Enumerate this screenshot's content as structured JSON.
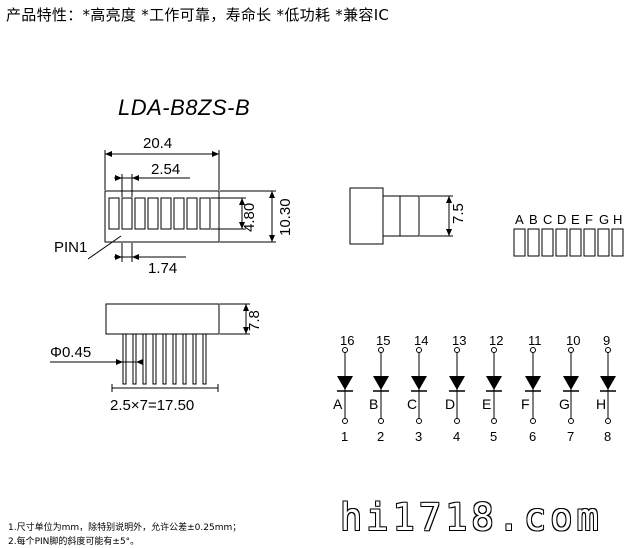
{
  "header": {
    "features": "产品特性：*高亮度 *工作可靠，寿命长 *低功耗 *兼容IC"
  },
  "drawing": {
    "model": "LDA-B8ZS-B",
    "top_view": {
      "width_label": "20.4",
      "pitch_label": "2.54",
      "segment_height_label": "4.80",
      "body_height_label": "10.30",
      "offset_label": "1.74",
      "pin1_label": "PIN1"
    },
    "side_view": {
      "depth_label": "7.5"
    },
    "front_view": {
      "height_label": "7.8",
      "pin_diameter_label": "Φ0.45",
      "pin_span_label": "2.5×7=17.50"
    },
    "segment_letters": [
      "A",
      "B",
      "C",
      "D",
      "E",
      "F",
      "G",
      "H"
    ]
  },
  "circuit": {
    "anode_pins": [
      "16",
      "15",
      "14",
      "13",
      "12",
      "11",
      "10",
      "9"
    ],
    "segment_names": [
      "A",
      "B",
      "C",
      "D",
      "E",
      "F",
      "G",
      "H"
    ],
    "cathode_pins": [
      "1",
      "2",
      "3",
      "4",
      "5",
      "6",
      "7",
      "8"
    ]
  },
  "notes": {
    "line1": "1.尺寸单位为mm，除特别说明外，允许公差±0.25mm；",
    "line2": "2.每个PIN脚的斜度可能有±5°。"
  },
  "watermark": "hi1718.com"
}
